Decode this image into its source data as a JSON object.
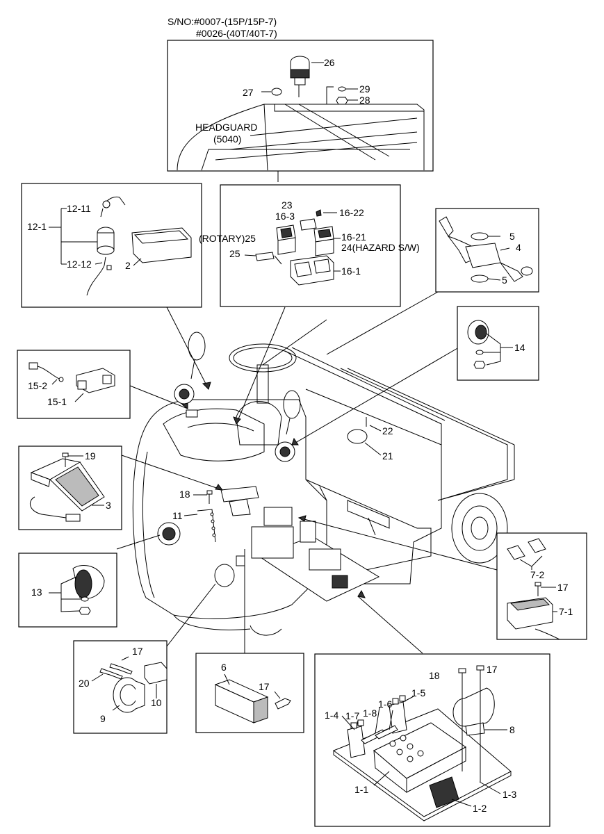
{
  "header": {
    "serial_line1": "S/NO:#0007-(15P/15P-7)",
    "serial_line2": "#0026-(40T/40T-7)"
  },
  "panels": {
    "headguard": {
      "labels": {
        "p26": "26",
        "p27": "27",
        "p29": "29",
        "p28": "28",
        "name": "HEADGUARD",
        "code": "(5040)"
      }
    },
    "key_switch": {
      "labels": {
        "p12_11": "12-11",
        "p12_1": "12-1",
        "p12_12": "12-12",
        "p2": "2"
      }
    },
    "switches": {
      "labels": {
        "p23": "23",
        "p16_3": "16-3",
        "p16_22": "16-22",
        "rotary": "(ROTARY)25",
        "p16_21": "16-21",
        "hazard": "24(HAZARD S/W)",
        "p25": "25",
        "p16_1": "16-1"
      }
    },
    "lever": {
      "labels": {
        "p5a": "5",
        "p4": "4",
        "p5b": "5"
      }
    },
    "lamp_right": {
      "labels": {
        "p14": "14"
      }
    },
    "harness": {
      "labels": {
        "p15_2": "15-2",
        "p15_1": "15-1"
      }
    },
    "pedal": {
      "labels": {
        "p19": "19",
        "p3": "3"
      }
    },
    "lamp_left": {
      "labels": {
        "p13": "13"
      }
    },
    "relay": {
      "labels": {
        "p7_2": "7-2",
        "p17": "17",
        "p7_1": "7-1"
      }
    },
    "horn": {
      "labels": {
        "p17": "17",
        "p20": "20",
        "p10": "10",
        "p9": "9"
      }
    },
    "resistor": {
      "labels": {
        "p6": "6",
        "p17": "17"
      }
    },
    "controller": {
      "labels": {
        "p18": "18",
        "p17": "17",
        "p1_7": "1-7",
        "p1_8": "1-8",
        "p1_6": "1-6",
        "p1_5": "1-5",
        "p1_4": "1-4",
        "p8": "8",
        "p1_1": "1-1",
        "p1_3": "1-3",
        "p1_2": "1-2"
      }
    }
  },
  "truck": {
    "labels": {
      "p18": "18",
      "p11": "11",
      "p22": "22",
      "p21": "21"
    }
  }
}
